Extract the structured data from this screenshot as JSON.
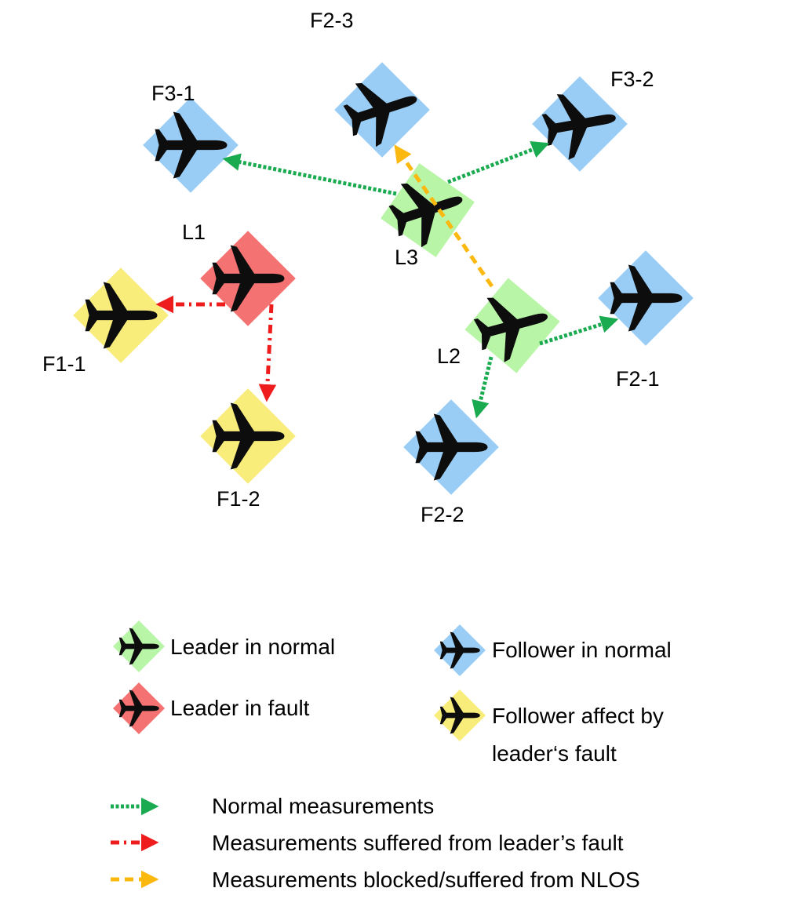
{
  "colors": {
    "leader_normal": "#b8f5a6",
    "leader_fault": "#f47272",
    "follower_normal": "#99cdf5",
    "follower_affected": "#f8ec7a",
    "normal_measure": "#1aaa50",
    "fault_measure": "#ee1c1c",
    "nlos_measure": "#fbb80f",
    "plane": "#0d0d0d"
  },
  "nodes": [
    {
      "id": "F2-3",
      "label": "F2-3",
      "type": "follower_normal"
    },
    {
      "id": "F3-1",
      "label": "F3-1",
      "type": "follower_normal"
    },
    {
      "id": "F3-2",
      "label": "F3-2",
      "type": "follower_normal"
    },
    {
      "id": "L3",
      "label": "L3",
      "type": "leader_normal"
    },
    {
      "id": "L1",
      "label": "L1",
      "type": "leader_fault"
    },
    {
      "id": "F1-1",
      "label": "F1-1",
      "type": "follower_affected"
    },
    {
      "id": "L2",
      "label": "L2",
      "type": "leader_normal"
    },
    {
      "id": "F2-1",
      "label": "F2-1",
      "type": "follower_normal"
    },
    {
      "id": "F1-2",
      "label": "F1-2",
      "type": "follower_affected"
    },
    {
      "id": "F2-2",
      "label": "F2-2",
      "type": "follower_normal"
    }
  ],
  "edges": [
    {
      "from": "L3",
      "to": "F3-1",
      "kind": "normal"
    },
    {
      "from": "L3",
      "to": "F3-2",
      "kind": "normal"
    },
    {
      "from": "L2",
      "to": "F2-3",
      "kind": "nlos"
    },
    {
      "from": "L2",
      "to": "F2-1",
      "kind": "normal"
    },
    {
      "from": "L2",
      "to": "F2-2",
      "kind": "normal"
    },
    {
      "from": "L1",
      "to": "F1-1",
      "kind": "fault"
    },
    {
      "from": "L1",
      "to": "F1-2",
      "kind": "fault"
    }
  ],
  "legend": {
    "nodes": [
      {
        "type": "leader_normal",
        "label": "Leader in normal"
      },
      {
        "type": "follower_normal",
        "label": "Follower in normal"
      },
      {
        "type": "leader_fault",
        "label": "Leader in fault"
      },
      {
        "type": "follower_affected",
        "label": "Follower affect by",
        "label2": "leader‘s fault"
      }
    ],
    "lines": [
      {
        "kind": "normal",
        "label": "Normal measurements"
      },
      {
        "kind": "fault",
        "label": "Measurements suffered from leader’s fault"
      },
      {
        "kind": "nlos",
        "label": "Measurements blocked/suffered from NLOS"
      }
    ]
  }
}
